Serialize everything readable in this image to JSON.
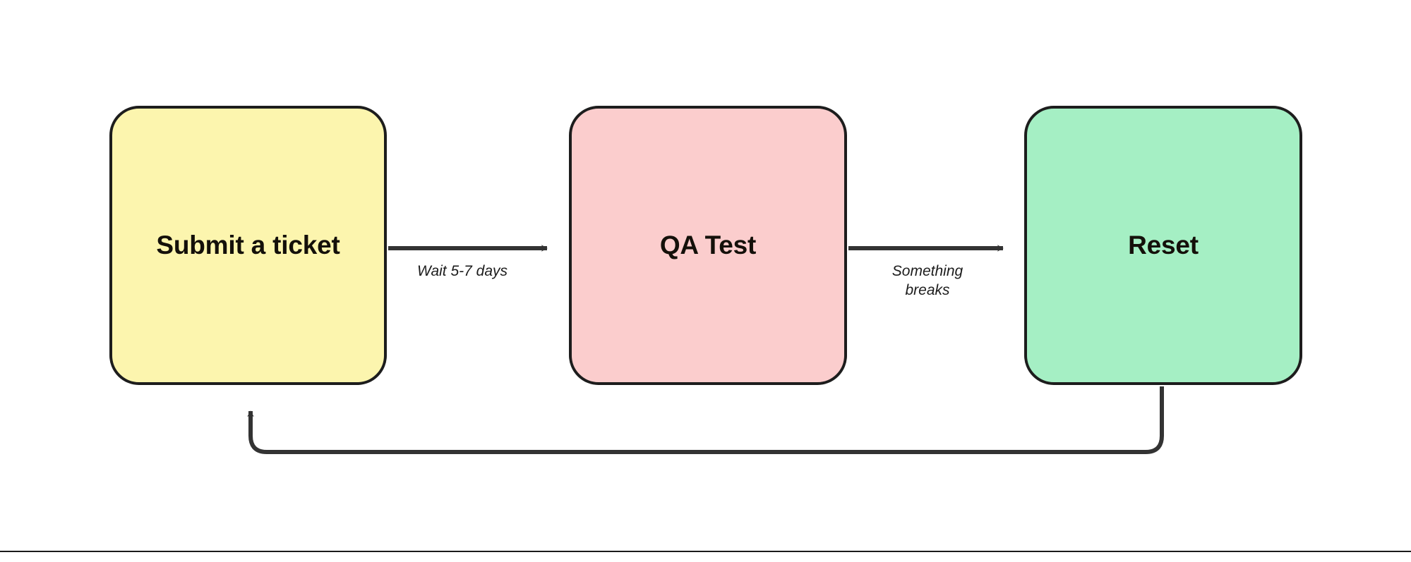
{
  "diagram": {
    "type": "flowchart",
    "orientation": "left-to-right",
    "background_color": "#ffffff",
    "nodes": [
      {
        "id": "submit",
        "label": "Submit a ticket",
        "fill_color": "#fcf5ae",
        "border_color": "#1d1d1d",
        "shape": "rounded-rectangle"
      },
      {
        "id": "qa",
        "label": "QA Test",
        "fill_color": "#fbcdcd",
        "border_color": "#1d1d1d",
        "shape": "rounded-rectangle"
      },
      {
        "id": "reset",
        "label": "Reset",
        "fill_color": "#a5efc4",
        "border_color": "#1d1d1d",
        "shape": "rounded-rectangle"
      }
    ],
    "edges": [
      {
        "id": "submit-to-qa",
        "from": "submit",
        "to": "qa",
        "label": "Wait 5-7 days",
        "style": "solid",
        "arrowhead": "filled-triangle",
        "color": "#333333"
      },
      {
        "id": "qa-to-reset",
        "from": "qa",
        "to": "reset",
        "label": "Something\nbreaks",
        "style": "solid",
        "arrowhead": "filled-triangle",
        "color": "#333333"
      },
      {
        "id": "reset-to-submit",
        "from": "reset",
        "to": "submit",
        "label": "",
        "style": "solid-rounded-elbow",
        "arrowhead": "filled-triangle",
        "color": "#333333"
      }
    ],
    "footer_rule_color": "#1a1a1a"
  }
}
